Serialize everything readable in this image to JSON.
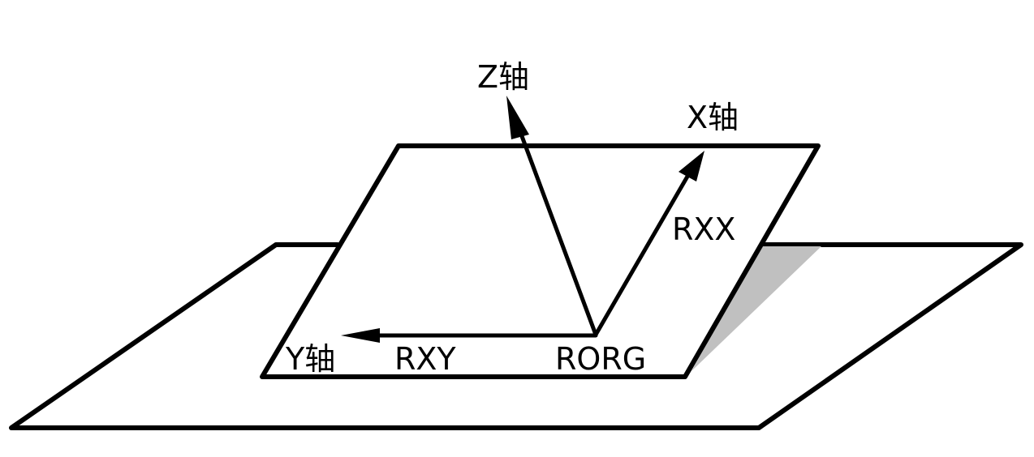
{
  "diagram": {
    "title": "Robot user coordinate frame defined by three points on a tilted plane",
    "labels": {
      "z_axis": "Z轴",
      "x_axis": "X轴",
      "y_axis": "Y轴",
      "rxx": "RXX",
      "rxy": "RXY",
      "rorg": "RORG"
    },
    "colors": {
      "line": "#000000",
      "shadow": "#c0c0c0",
      "background": "#ffffff"
    }
  }
}
